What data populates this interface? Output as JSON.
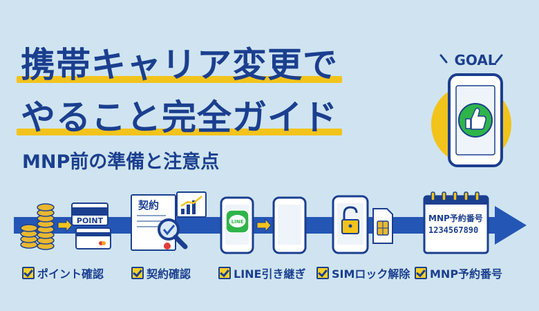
{
  "header": {
    "title_line1": "携帯キャリア変更で",
    "title_line2": "やること完全ガイド",
    "subtitle": "MNP前の準備と注意点"
  },
  "goal": {
    "label": "GOAL",
    "icon": "thumbs-up-icon"
  },
  "steps": [
    {
      "label": "ポイント確認",
      "icon": "coins-point-card-icon",
      "card_text": "POINT"
    },
    {
      "label": "契約確認",
      "icon": "contract-magnifier-icon",
      "doc_text": "契約"
    },
    {
      "label": "LINE引き継ぎ",
      "icon": "line-transfer-icon",
      "app_text": "LINE"
    },
    {
      "label": "SIMロック解除",
      "icon": "sim-unlock-icon"
    },
    {
      "label": "MNP予約番号",
      "icon": "calendar-number-icon",
      "card_title": "MNP予約番号",
      "card_number": "1234567890"
    }
  ],
  "colors": {
    "background": "#cfe4f0",
    "navy": "#1b3f8f",
    "accent_yellow": "#f2c31b",
    "line_green": "#2fb44a"
  }
}
